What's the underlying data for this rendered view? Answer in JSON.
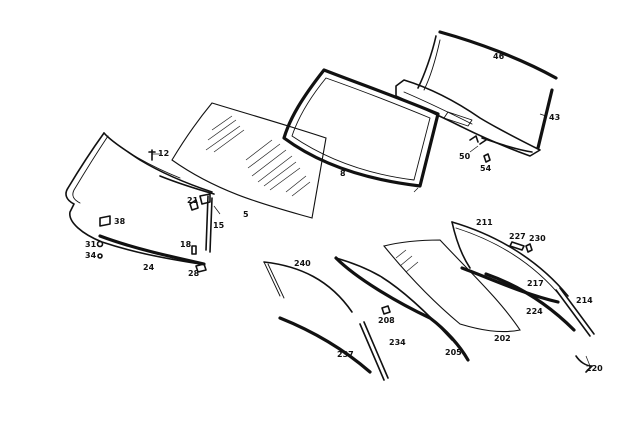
{
  "labels": {
    "l5": "5",
    "l8": "8",
    "l12": "12",
    "l15": "15",
    "l18": "18",
    "l21": "21",
    "l24": "24",
    "l28": "28",
    "l31": "31",
    "l34": "34",
    "l38": "38",
    "l43": "43",
    "l46": "46",
    "l50": "50",
    "l54": "54",
    "l202": "202",
    "l205": "205",
    "l208": "208",
    "l211": "211",
    "l214": "214",
    "l217": "217",
    "l220": "220",
    "l224": "224",
    "l227": "227",
    "l230": "230",
    "l234": "234",
    "l237": "237",
    "l240": "240"
  }
}
